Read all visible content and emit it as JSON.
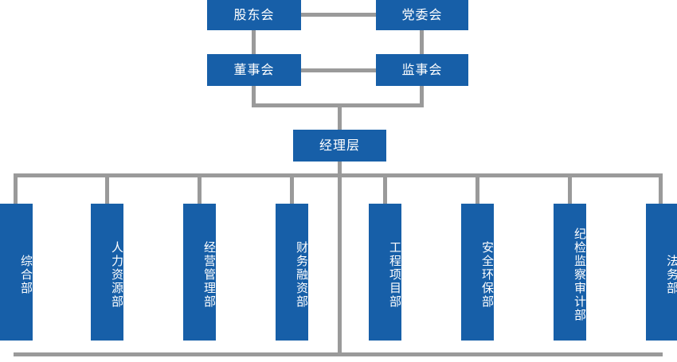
{
  "chart_data": {
    "type": "diagram",
    "title": "",
    "subtype": "organizational-hierarchy-chart",
    "palette": {
      "node_fill": "#175fa8",
      "node_text": "#ffffff",
      "connector": "#9a9a9a",
      "background": "#ffffff"
    },
    "levels": [
      {
        "level": 1,
        "nodes": [
          "股东会",
          "党委会"
        ]
      },
      {
        "level": 2,
        "nodes": [
          "董事会",
          "监事会"
        ]
      },
      {
        "level": 3,
        "nodes": [
          "经理层"
        ]
      },
      {
        "level": 4,
        "nodes": [
          "综合部",
          "人力资源部",
          "经营管理部",
          "财务融资部",
          "工程项目部",
          "安全环保部",
          "纪检监察审计部",
          "法务部"
        ]
      }
    ],
    "edges": [
      {
        "from": "股东会",
        "to": "党委会",
        "style": "horizontal"
      },
      {
        "from": "股东会",
        "to": "董事会",
        "style": "vertical"
      },
      {
        "from": "党委会",
        "to": "监事会",
        "style": "vertical"
      },
      {
        "from": "董事会",
        "to": "监事会",
        "style": "horizontal"
      },
      {
        "from": "董事会",
        "to": "经理层",
        "style": "elbow"
      },
      {
        "from": "监事会",
        "to": "经理层",
        "style": "elbow"
      },
      {
        "from": "经理层",
        "to": "综合部",
        "style": "bus"
      },
      {
        "from": "经理层",
        "to": "人力资源部",
        "style": "bus"
      },
      {
        "from": "经理层",
        "to": "经营管理部",
        "style": "bus"
      },
      {
        "from": "经理层",
        "to": "财务融资部",
        "style": "bus"
      },
      {
        "from": "经理层",
        "to": "工程项目部",
        "style": "bus"
      },
      {
        "from": "经理层",
        "to": "安全环保部",
        "style": "bus"
      },
      {
        "from": "经理层",
        "to": "纪检监察审计部",
        "style": "bus"
      },
      {
        "from": "经理层",
        "to": "法务部",
        "style": "bus"
      }
    ]
  },
  "governance": {
    "shareholders_meeting": "股东会",
    "party_committee": "党委会",
    "board_of_directors": "董事会",
    "board_of_supervisors": "监事会",
    "management": "经理层"
  },
  "departments": [
    {
      "label": "综合部"
    },
    {
      "label": "人力资源部"
    },
    {
      "label": "经营管理部"
    },
    {
      "label": "财务融资部"
    },
    {
      "label": "工程项目部"
    },
    {
      "label": "安全环保部"
    },
    {
      "label": "纪检监察审计部"
    },
    {
      "label": "法务部"
    }
  ]
}
